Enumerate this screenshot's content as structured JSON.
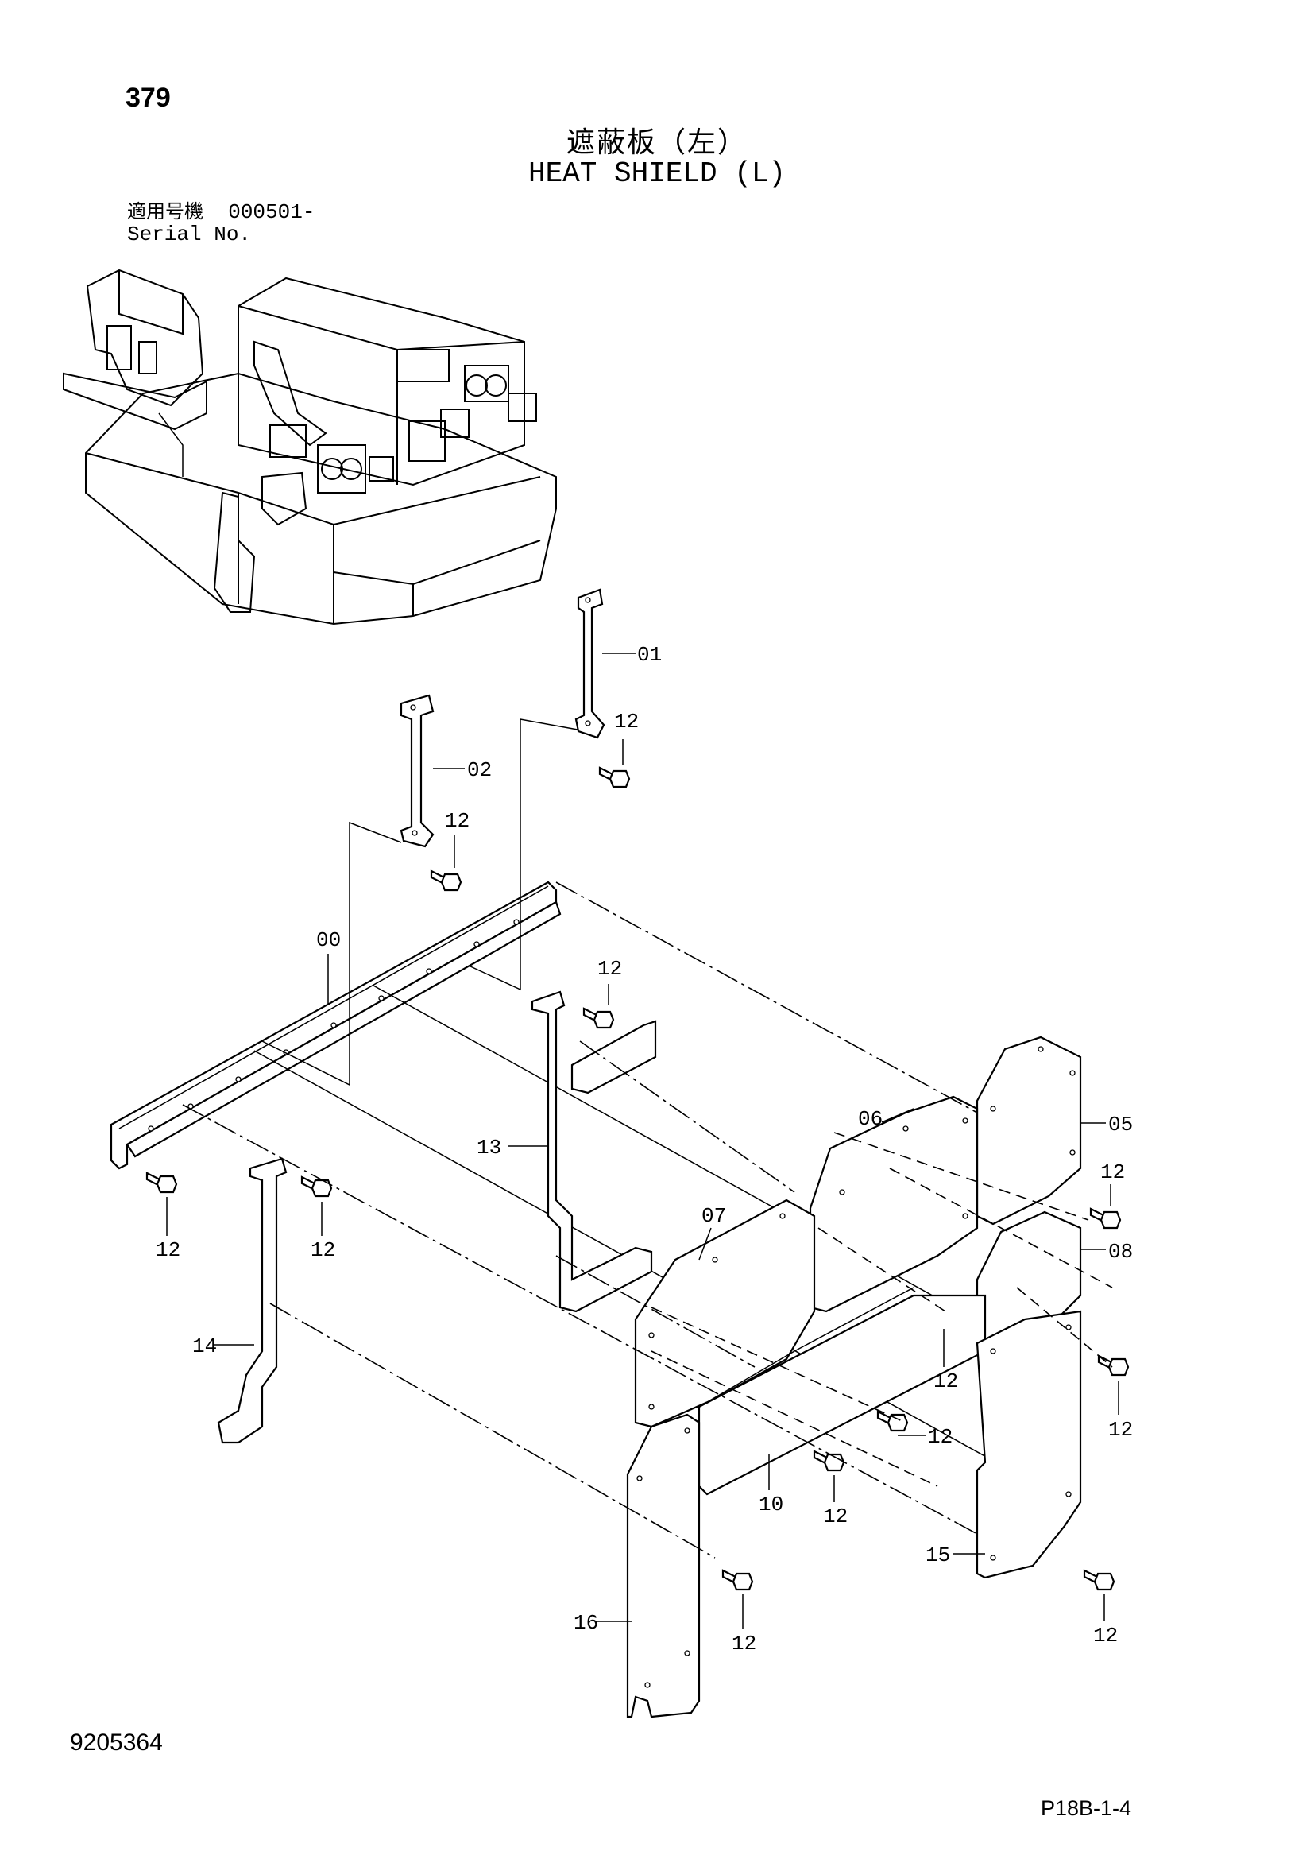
{
  "header": {
    "page_number": "379",
    "title_jp": "遮蔽板（左）",
    "title_en": "HEAT SHIELD (L)",
    "serial_label_jp": "適用号機",
    "serial_range": "000501-",
    "serial_label_en": "Serial No."
  },
  "callouts": {
    "p00": "00",
    "p01": "01",
    "p02": "02",
    "p05": "05",
    "p06": "06",
    "p07": "07",
    "p08": "08",
    "p10": "10",
    "p12": "12",
    "p13": "13",
    "p14": "14",
    "p15": "15",
    "p16": "16"
  },
  "footer": {
    "doc_number": "9205364",
    "page_ref": "P18B-1-4"
  }
}
